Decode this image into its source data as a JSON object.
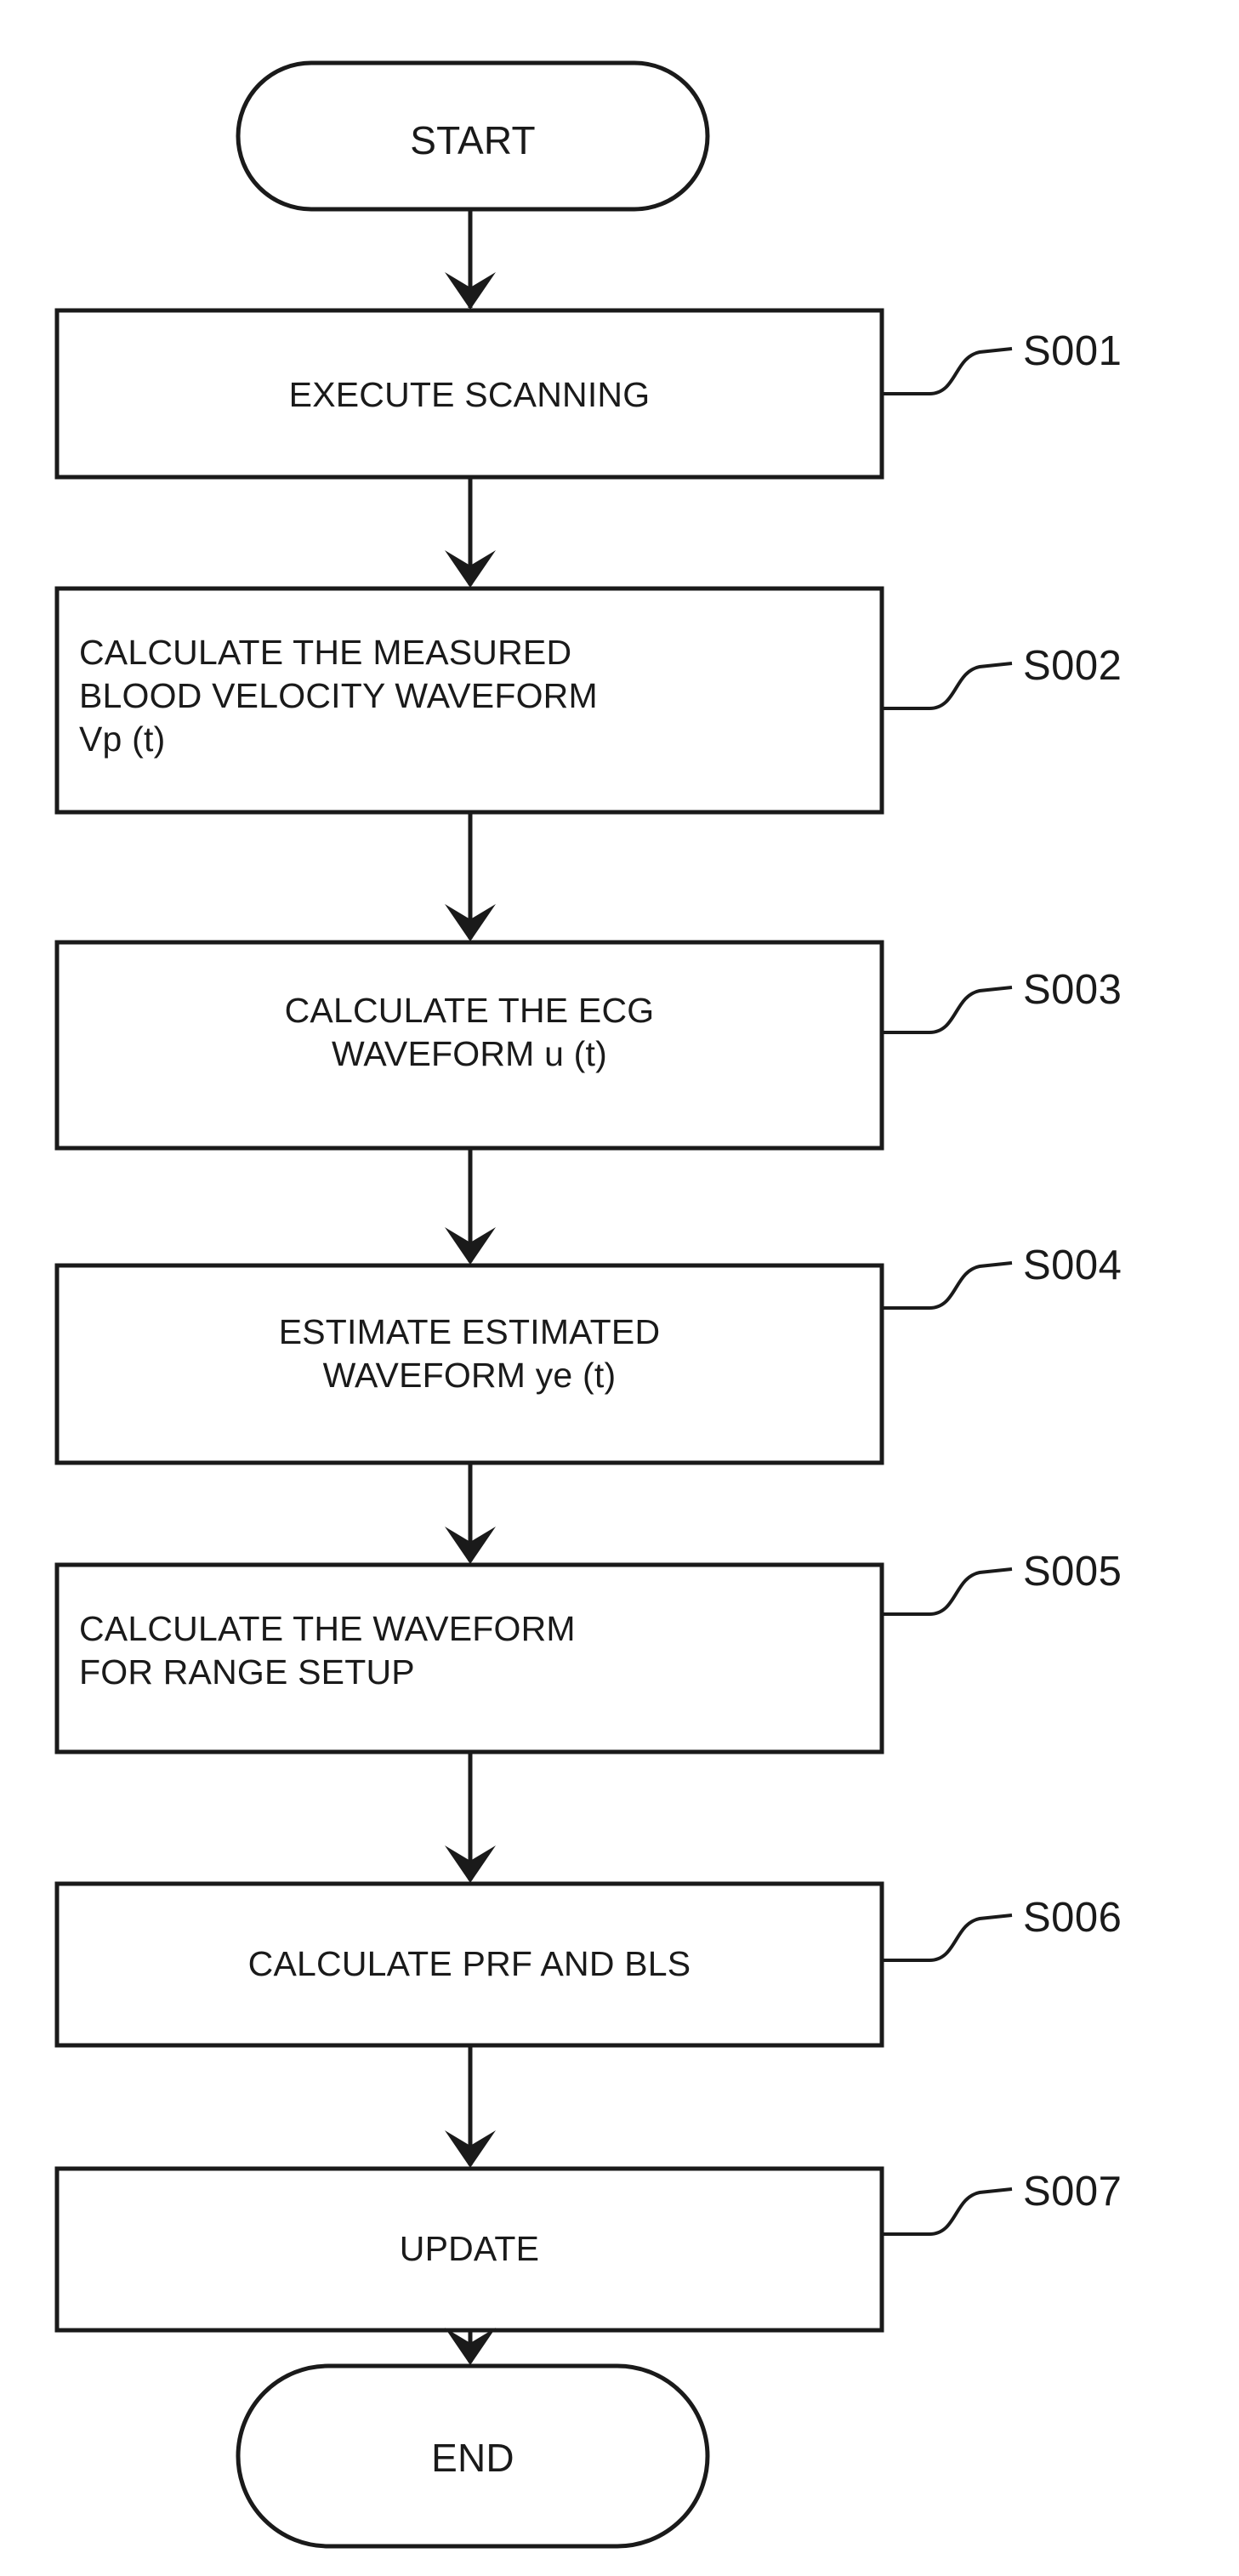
{
  "diagram": {
    "type": "flowchart",
    "title": "",
    "orientation": "vertical",
    "line_color": "#1a1a1a",
    "fill_color": "#ffffff",
    "text_color": "#1a1a1a",
    "nodes": [
      {
        "id": "start",
        "shape": "terminator",
        "label": "START",
        "step_code": ""
      },
      {
        "id": "s001",
        "shape": "process",
        "label": "EXECUTE SCANNING",
        "align": "center",
        "step_code": "S001"
      },
      {
        "id": "s002",
        "shape": "process",
        "label": "CALCULATE THE MEASURED\nBLOOD VELOCITY WAVEFORM\nVp (t)",
        "align": "left",
        "step_code": "S002"
      },
      {
        "id": "s003",
        "shape": "process",
        "label": "CALCULATE THE ECG\nWAVEFORM u (t)",
        "align": "center",
        "step_code": "S003"
      },
      {
        "id": "s004",
        "shape": "process",
        "label": "ESTIMATE ESTIMATED\nWAVEFORM ye (t)",
        "align": "center",
        "step_code": "S004"
      },
      {
        "id": "s005",
        "shape": "process",
        "label": "CALCULATE THE WAVEFORM\nFOR RANGE SETUP",
        "align": "left",
        "step_code": "S005"
      },
      {
        "id": "s006",
        "shape": "process",
        "label": "CALCULATE PRF AND BLS",
        "align": "center",
        "step_code": "S006"
      },
      {
        "id": "s007",
        "shape": "process",
        "label": "UPDATE",
        "align": "center",
        "step_code": "S007"
      },
      {
        "id": "end",
        "shape": "terminator",
        "label": "END",
        "step_code": ""
      }
    ],
    "connectors": [
      {
        "from": "start",
        "to": "s001",
        "arrow": "down"
      },
      {
        "from": "s001",
        "to": "s002",
        "arrow": "down"
      },
      {
        "from": "s002",
        "to": "s003",
        "arrow": "down"
      },
      {
        "from": "s003",
        "to": "s004",
        "arrow": "down"
      },
      {
        "from": "s004",
        "to": "s005",
        "arrow": "down"
      },
      {
        "from": "s005",
        "to": "s006",
        "arrow": "down"
      },
      {
        "from": "s006",
        "to": "s007",
        "arrow": "down"
      },
      {
        "from": "s007",
        "to": "end",
        "arrow": "down"
      }
    ]
  }
}
